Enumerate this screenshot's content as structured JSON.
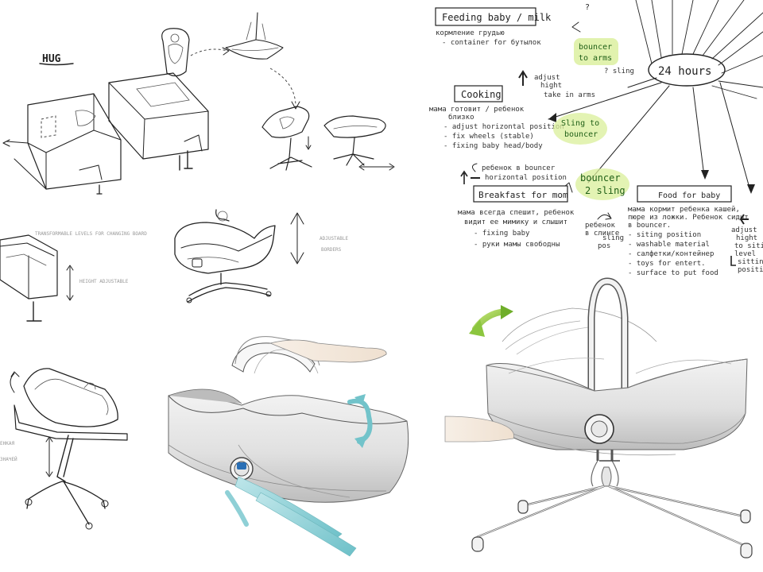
{
  "brand": {
    "label": "HUG"
  },
  "sketch_labels": {
    "changing_board": "TRANSFORMABLE LEVELS FOR CHANGING BOARD",
    "height_adjustable": "HEIGHT ADJUSTABLE",
    "adjustable_borders_1": "ADJUSTABLE",
    "adjustable_borders_2": "BORDERS",
    "left_edge_1": "ЕНКАЯ",
    "left_edge_2": "ЗНАЧЕЙ"
  },
  "mindmap": {
    "hub": "24 hours",
    "q_mark": "?",
    "feeding": {
      "title": "Feeding baby / milk",
      "line1": "кормление грудью",
      "line2": "- container for бутылок"
    },
    "cooking": {
      "title": "Cooking",
      "line1": "мама готовит / ребенок",
      "line1b": "близко",
      "items": [
        "- adjust horizontal position",
        "- fix wheels (stable)",
        "- fixing baby head/body"
      ],
      "side1": "adjust",
      "side2": "hight",
      "side3": "take in arms"
    },
    "bouncer_arms": {
      "line1": "bouncer",
      "line2": "to arms",
      "line3": "? sling"
    },
    "sling_bouncer": {
      "line1": "Sling to",
      "line2": "bouncer"
    },
    "bouncer_sling": {
      "line1": "bouncer",
      "line2": "2 sling"
    },
    "small_left": {
      "line1": "ребенок в bouncer",
      "line2": "horizontal position"
    },
    "breakfast": {
      "title": "Breakfast for mom",
      "line1": "мама всегда спешит, ребенок",
      "line2": "видит ее мимику и слышит",
      "items": [
        "- fixing baby",
        "- руки мамы свободны"
      ]
    },
    "mid_note": {
      "line1": "ребенок",
      "line2": "в слинге",
      "line3": "sling",
      "line4": "pos"
    },
    "food_for_baby": {
      "title": "Food for baby",
      "line1": "мама кормит ребенка кашей,",
      "line2": "пюре из ложки. Ребенок сидит",
      "line3": "в bouncer.",
      "items": [
        "- siting position",
        "- washable material",
        "- салфетки/контейнер",
        "- toys for entert.",
        "- surface to put food"
      ]
    },
    "right_note": {
      "line1": "adjust",
      "line2": "hight",
      "line3": "to sitin",
      "line4": "level",
      "line5": "sitting",
      "line6": "position"
    }
  },
  "colors": {
    "ink": "#222222",
    "highlight_green": "#d9ef9a",
    "accent_teal": "#8fd0d6",
    "arrow_green": "#8cc63f",
    "handle_blue": "#2a6fb5"
  }
}
